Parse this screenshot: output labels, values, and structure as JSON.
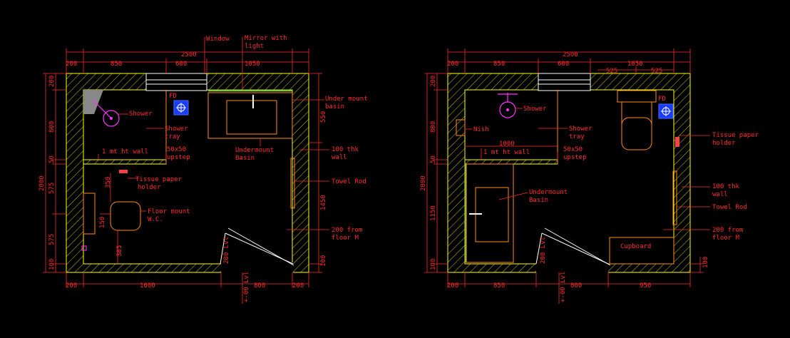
{
  "plan1": {
    "top_dims": {
      "total": "2500",
      "d1": "200",
      "d2": "850",
      "d3": "600",
      "d4": "1050"
    },
    "bottom_dims": {
      "d1": "200",
      "d2": "1600",
      "d3": "800",
      "d4": "200"
    },
    "left_dims": {
      "total": "2000",
      "d1": "200",
      "d2": "800",
      "d3": "50",
      "d4": "575",
      "d5": "575",
      "d6": "100"
    },
    "right_dims": {
      "d1": "550",
      "d2": "1450",
      "d3": "100"
    },
    "inner_dims": {
      "wc_top": "350",
      "wc_side": "150",
      "wc_bottom": "385",
      "lvl_top": "200 Lvl",
      "lvl_bottom": "+-00 Lvl"
    },
    "labels": {
      "window": "Window",
      "mirror": "Mirror with\nlight",
      "undermount_basin_r": "Under mount\nbasin",
      "fd": "FD",
      "shower": "Shower",
      "shower_tray": "Shower\ntray",
      "upstep": "50x50\nupstep",
      "wall_1mt": "1 mt ht wall",
      "undermount_basin": "Undermount\nBasin",
      "thk_wall": "100 thk\nwall",
      "towel_rod": "Towel Rod",
      "tissue": "Tissue paper\nholder",
      "wc": "Floor mount\nW.C.",
      "from_floor": "200 from\nfloor M"
    }
  },
  "plan2": {
    "top_dims": {
      "total": "2500",
      "d1": "200",
      "d2": "850",
      "d3": "600",
      "d4": "1050",
      "d5": "525",
      "d6": "525"
    },
    "bottom_dims": {
      "d1": "200",
      "d2": "850",
      "d3": "800",
      "d4": "950"
    },
    "left_dims": {
      "total": "2000",
      "d1": "200",
      "d2": "800",
      "d3": "50",
      "d4": "1150",
      "d5": "100"
    },
    "right_dims": {
      "d1": "100"
    },
    "inner_dims": {
      "w1000": "1000",
      "lvl_top": "200 Lvl",
      "lvl_bottom": "+-00 Lvl"
    },
    "labels": {
      "fd": "FD",
      "shower": "Shower",
      "niche": "Nish",
      "shower_tray": "Shower\ntray",
      "upstep": "50x50\nupstep",
      "wall_1mt": "1 mt ht wall",
      "undermount_basin": "Undermount\nBasin",
      "tissue": "Tissue paper\nholder",
      "thk_wall": "100 thk\nwall",
      "towel_rod": "Towel Rod",
      "from_floor": "200 from\nfloor M",
      "cupboard": "Cupboard"
    }
  }
}
